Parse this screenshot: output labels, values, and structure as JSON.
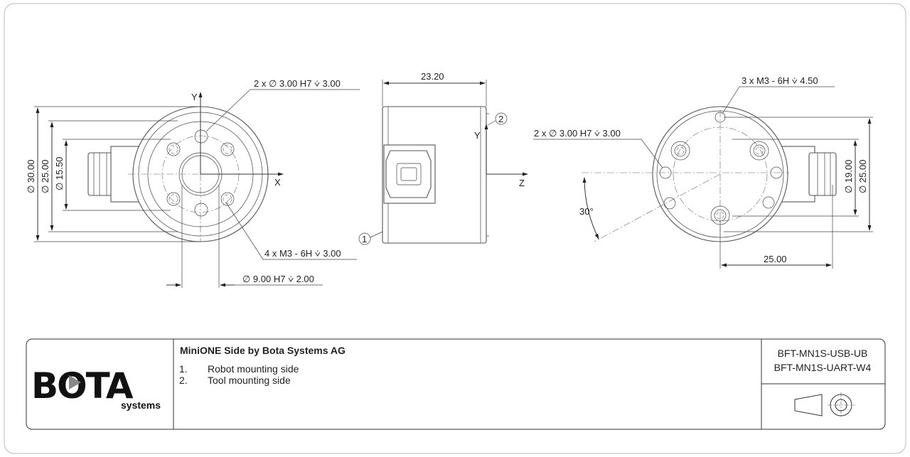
{
  "drawing": {
    "front_view": {
      "dim_hole_h7": "2 x ∅ 3.00 H7 ⩒ 3.00",
      "dim_threads": "4 x M3 - 6H ⩒ 3.00",
      "dim_center_bore": "∅ 9.00 H7 ⩒ 2.00",
      "dim_d30": "∅ 30.00",
      "dim_d25": "∅ 25.00",
      "dim_d155": "∅ 15.50",
      "axis_y": "Y",
      "axis_x": "X"
    },
    "side_view": {
      "dim_width": "23.20",
      "axis_y": "Y",
      "axis_z": "Z",
      "callout_1": "1",
      "callout_2": "2"
    },
    "back_view": {
      "dim_threads": "3 x M3 - 6H ⩒ 4.50",
      "dim_hole_h7": "2 x ∅ 3.00 H7 ⩒ 3.00",
      "dim_angle": "30°",
      "dim_d19": "∅ 19.00",
      "dim_d25": "∅ 25.00",
      "dim_width": "25.00"
    }
  },
  "title_block": {
    "logo_word": "BOTA",
    "logo_sub": "systems",
    "title": "MiniONE Side by Bota Systems AG",
    "notes": [
      {
        "num": "1.",
        "text": "Robot mounting side"
      },
      {
        "num": "2.",
        "text": "Tool mounting side"
      }
    ],
    "part_numbers": [
      "BFT-MN1S-USB-UB",
      "BFT-MN1S-UART-W4"
    ],
    "projection_symbol": "first-angle-projection-icon"
  }
}
